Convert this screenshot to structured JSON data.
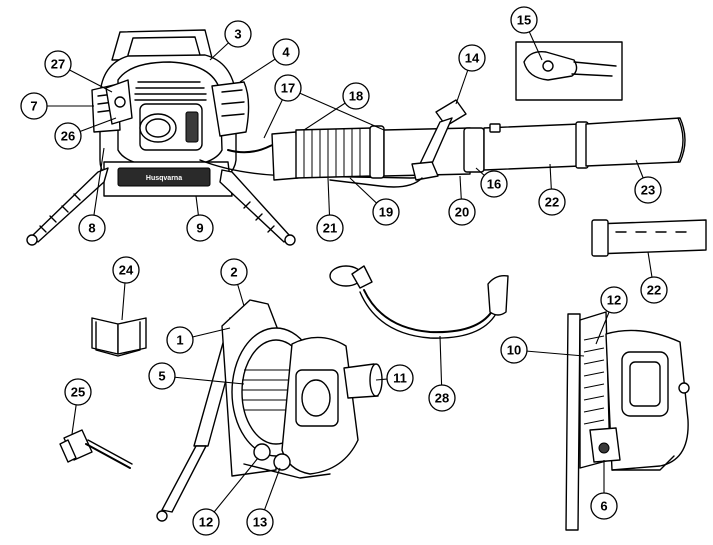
{
  "diagram": {
    "brand_label": "Husqvarna",
    "callouts": [
      "1",
      "2",
      "3",
      "4",
      "5",
      "6",
      "7",
      "8",
      "9",
      "10",
      "11",
      "12",
      "12",
      "13",
      "14",
      "15",
      "16",
      "17",
      "18",
      "19",
      "20",
      "21",
      "22",
      "22",
      "23",
      "24",
      "25",
      "26",
      "27",
      "28"
    ]
  }
}
